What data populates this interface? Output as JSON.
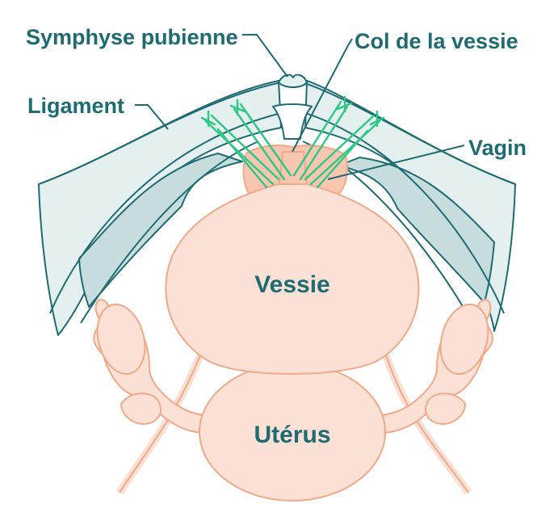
{
  "labels": {
    "symphyse": "Symphyse pubienne",
    "col": "Col de la vessie",
    "ligament": "Ligament",
    "vagin": "Vagin",
    "vessie": "Vessie",
    "uterus": "Utérus"
  },
  "colors": {
    "label_text": "#1e6b72",
    "leader_line": "#1e6b72",
    "outline_teal": "#1e6b72",
    "pelvic_fill": "#e4efef",
    "ligament_shadow": "#c6dcdd",
    "organ_fill": "#fbe0d6",
    "organ_outline": "#f0a988",
    "vagina_fill": "#f6c6b0",
    "sutures": "#2cc884"
  }
}
